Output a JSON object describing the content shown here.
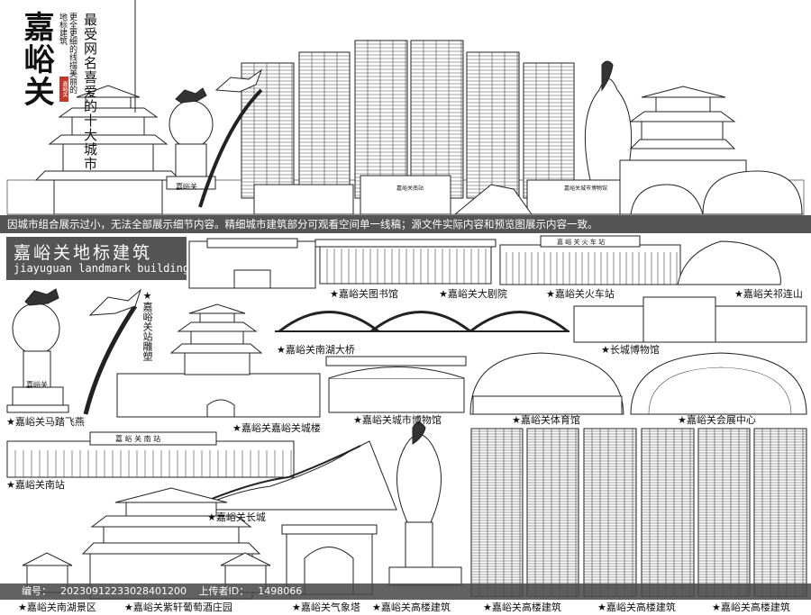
{
  "header": {
    "city": "嘉峪关",
    "subtitle_small": "更全更细的线描美丽的地标建筑",
    "subtitle_big": "最受网名喜爱的十大城市",
    "seal": "嘉峪关"
  },
  "skyline_tags": {
    "sculpture_plaque": "嘉峪关",
    "station_sign": "嘉峪关南站",
    "museum_sign": "嘉峪关城市博物馆"
  },
  "banner": "因城市组合展示过小，无法全部展示细节内容。精细城市建筑部分可观看空间单一线稿；源文件实际内容和预览图展示内容一致。",
  "section": {
    "title": "嘉峪关地标建筑",
    "subtitle": "jiayuguan landmark building"
  },
  "building_signs": {
    "train_station": "嘉 峪 关 火 车 站",
    "south_station": "嘉  峪  关  南  站",
    "sculpture_base": "嘉峪关"
  },
  "captions": {
    "library": "★嘉峪关图书馆",
    "theater": "★嘉峪关大剧院",
    "train_station": "★嘉峪关火车站",
    "qilian": "★嘉峪关祁连山",
    "station_sculpture": "★嘉峪关站雕塑",
    "south_lake_bridge": "★嘉峪关南湖大桥",
    "great_wall_museum": "★长城博物馆",
    "horse_swallow": "★嘉峪关马踏飞燕",
    "city_tower": "★嘉峪关嘉峪关城楼",
    "city_museum": "★嘉峪关城市博物馆",
    "stadium": "★嘉峪关体育馆",
    "expo_center": "★嘉峪关会展中心",
    "south_station": "★嘉峪关南站",
    "great_wall": "★嘉峪关长城",
    "south_lake_scenic": "★嘉峪关南湖景区",
    "ziqian_hotel": "★嘉峪关紫轩葡萄酒庄园",
    "weather_tower": "★嘉峪关气象塔",
    "highrise_1": "★嘉峪关高楼建筑",
    "highrise_2": "★嘉峪关高楼建筑",
    "highrise_3": "★嘉峪关高楼建筑",
    "highrise_4": "★嘉峪关高楼建筑"
  },
  "watermark": {
    "id_label": "编号：",
    "id_value": "20230912233028401200",
    "uploader_label": "上传者ID：",
    "uploader_value": "1498066"
  },
  "colors": {
    "banner_bg": "#555555",
    "section_bg": "#555555",
    "seal": "#c0392b",
    "line": "#222222"
  }
}
